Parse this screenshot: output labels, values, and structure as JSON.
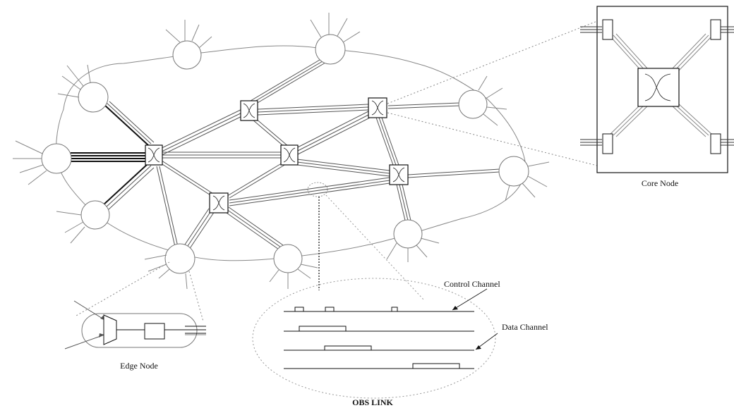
{
  "diagram": {
    "labels": {
      "core_node": "Core Node",
      "edge_node": "Edge Node",
      "obs_link": "OBS LINK",
      "control_channel": "Control Channel",
      "data_channel": "Data Channel"
    }
  }
}
